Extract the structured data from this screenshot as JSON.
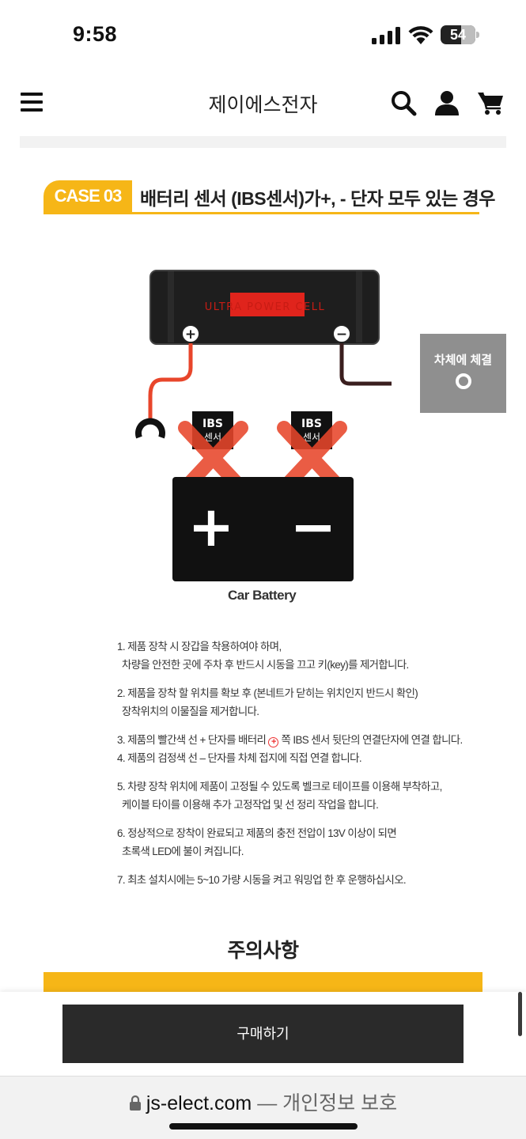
{
  "status_bar": {
    "time": "9:58",
    "battery_level": "54"
  },
  "header": {
    "site_title": "제이에스전자"
  },
  "case": {
    "badge": "CASE 03",
    "title": "배터리 센서 (IBS센서)가+, - 단자 모두 있는 경우"
  },
  "diagram": {
    "device_brand": "ULTRA POWER CELL",
    "terminal_plus": "+",
    "terminal_minus": "−",
    "ibs_label_top": "IBS",
    "ibs_label_bottom": "센서",
    "chassis_label": "차체에 체결",
    "battery_plus": "+",
    "battery_minus": "−",
    "battery_label": "Car Battery"
  },
  "steps": [
    {
      "l1": "1. 제품 장착 시 장갑을 착용하여야 하며,",
      "l2": "차량을 안전한 곳에 주차 후 반드시 시동을 끄고 키(key)를 제거합니다."
    },
    {
      "l1": "2. 제품을 장착 할 위치를 확보 후 (본네트가 닫히는 위치인지 반드시 확인)",
      "l2": "장착위치의 이물질을 제거합니다."
    },
    {
      "l1a": "3. 제품의 빨간색 선 + 단자를 배터리 ",
      "l1b": " 쪽 IBS 센서 뒷단의 연결단자에 연결 합니다.",
      "plus_mark": "+"
    },
    {
      "l1": "4. 제품의 검정색 선 – 단자를 차체 접지에 직접 연결 합니다."
    },
    {
      "l1": "5. 차량 장착 위치에 제품이 고정될 수 있도록 벨크로 테이프를 이용해 부착하고,",
      "l2": "케이블 타이를 이용해 추가 고정작업 및 선 정리 작업을 합니다."
    },
    {
      "l1": "6. 정상적으로 장착이 완료되고 제품의 충전 전압이 13V 이상이 되면",
      "l2": "초록색 LED에 불이 켜집니다."
    },
    {
      "l1": "7. 최초 설치시에는 5~10 가량 시동을 켜고 워밍업 한 후 운행하십시오."
    }
  ],
  "caution": {
    "title": "주의사항"
  },
  "buy": {
    "label": "구매하기"
  },
  "browser": {
    "domain": "js-elect.com",
    "separator": " — ",
    "privacy": "개인정보 보호"
  },
  "colors": {
    "accent": "#f6b617",
    "button": "#2a2a2a",
    "wire_red": "#e8462b",
    "cross_red": "#e8462b"
  }
}
